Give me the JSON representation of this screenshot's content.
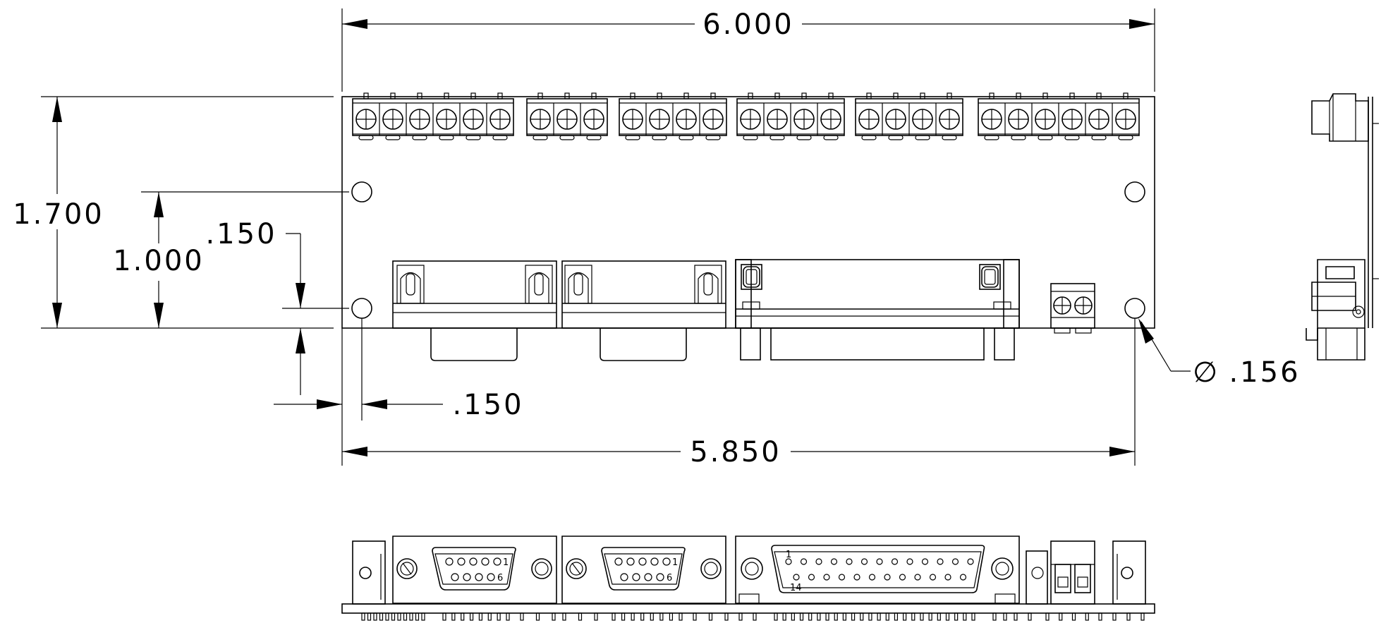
{
  "drawing": {
    "dimensions": {
      "overall_width": "6.000",
      "overall_height": "1.700",
      "hole_vertical_spacing": "1.000",
      "hole_offset_from_bottom": ".150",
      "hole_offset_from_left": ".150",
      "hole_horizontal_spacing": "5.850",
      "hole_diameter_symbol": "∅",
      "hole_diameter": ".156"
    },
    "connectors": {
      "db9_pin_1": "1",
      "db9_pin_6": "6",
      "db25_pin_1": "1",
      "db25_pin_14": "14"
    },
    "terminal_block_groups": [
      6,
      3,
      4,
      4,
      4,
      6
    ]
  }
}
